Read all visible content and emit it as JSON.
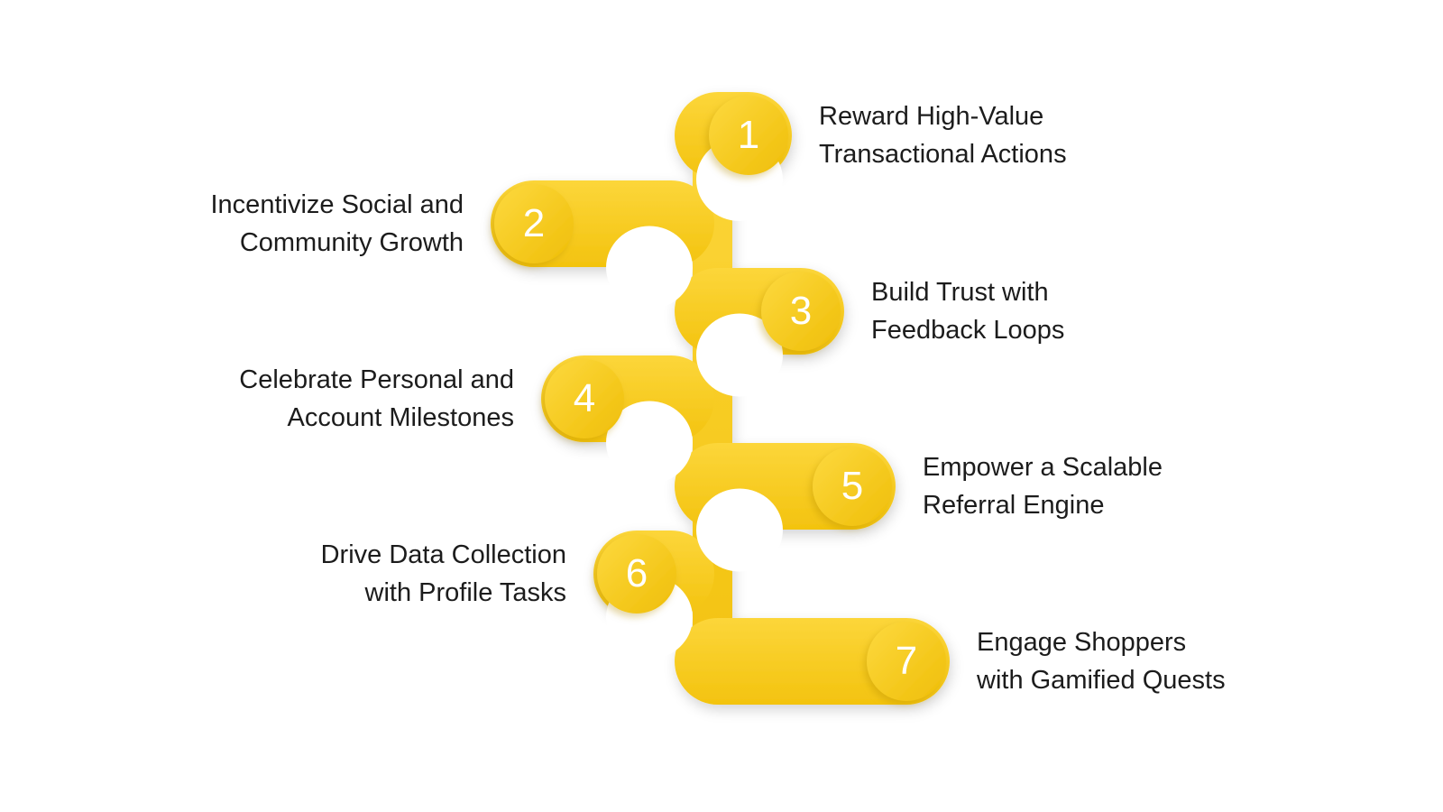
{
  "diagram": {
    "colors": {
      "track_top": "#fcd63a",
      "track_bottom": "#f3c30f",
      "circle_light": "#fdd93f",
      "circle_dark": "#efbe08",
      "number": "#ffffff",
      "label_text": "#1c1c1c",
      "background": "#ffffff"
    },
    "steps": [
      {
        "number": "1",
        "side": "right",
        "label_line1": "Reward High-Value",
        "label_line2": "Transactional Actions"
      },
      {
        "number": "2",
        "side": "left",
        "label_line1": "Incentivize Social and",
        "label_line2": "Community Growth"
      },
      {
        "number": "3",
        "side": "right",
        "label_line1": "Build Trust with",
        "label_line2": "Feedback Loops"
      },
      {
        "number": "4",
        "side": "left",
        "label_line1": "Celebrate Personal and",
        "label_line2": "Account Milestones"
      },
      {
        "number": "5",
        "side": "right",
        "label_line1": "Empower a Scalable",
        "label_line2": "Referral Engine"
      },
      {
        "number": "6",
        "side": "left",
        "label_line1": "Drive Data Collection",
        "label_line2": "with Profile Tasks"
      },
      {
        "number": "7",
        "side": "right",
        "label_line1": "Engage Shoppers",
        "label_line2": "with Gamified Quests"
      }
    ]
  }
}
